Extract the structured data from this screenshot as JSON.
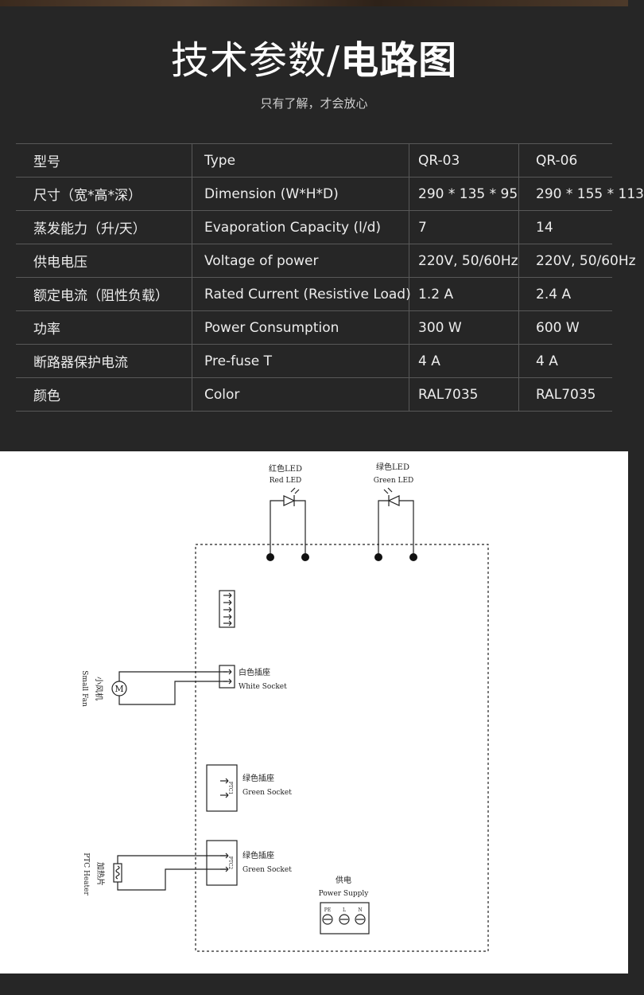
{
  "header": {
    "title_light": "技术参数/",
    "title_bold": "电路图",
    "subtitle": "只有了解，才会放心"
  },
  "table": {
    "rows": [
      [
        "型号",
        "Type",
        "QR-03",
        "QR-06"
      ],
      [
        "尺寸（宽*高*深）",
        "Dimension (W*H*D)",
        "290 * 135 * 95",
        "290 * 155 * 113"
      ],
      [
        "蒸发能力（升/天）",
        "Evaporation Capacity (l/d)",
        "7",
        "14"
      ],
      [
        "供电电压",
        "Voltage of power",
        "220V, 50/60Hz",
        "220V, 50/60Hz"
      ],
      [
        "额定电流（阻性负载）",
        "Rated Current (Resistive Load)",
        "1.2 A",
        "2.4 A"
      ],
      [
        "功率",
        "Power Consumption",
        "300 W",
        "600 W"
      ],
      [
        "断路器保护电流",
        "Pre-fuse T",
        "4 A",
        "4 A"
      ],
      [
        "颜色",
        "Color",
        "RAL7035",
        "RAL7035"
      ]
    ]
  },
  "diagram": {
    "red_led_cn": "红色LED",
    "red_led_en": "Red LED",
    "green_led_cn": "绿色LED",
    "green_led_en": "Green LED",
    "white_socket_cn": "白色插座",
    "white_socket_en": "White Socket",
    "small_fan_cn": "小风机",
    "small_fan_en": "Small Fan",
    "motor_symbol": "M",
    "green_socket1_cn": "绿色插座",
    "green_socket1_en": "Green Socket",
    "ptc1_label": "PTC1",
    "green_socket2_cn": "绿色插座",
    "green_socket2_en": "Green Socket",
    "ptc2_label": "PTC2",
    "heater_cn": "加热片",
    "heater_en": "PTC Heater",
    "power_cn": "供电",
    "power_en": "Power Supply",
    "terminal_pe": "PE",
    "terminal_l": "L",
    "terminal_n": "N"
  }
}
